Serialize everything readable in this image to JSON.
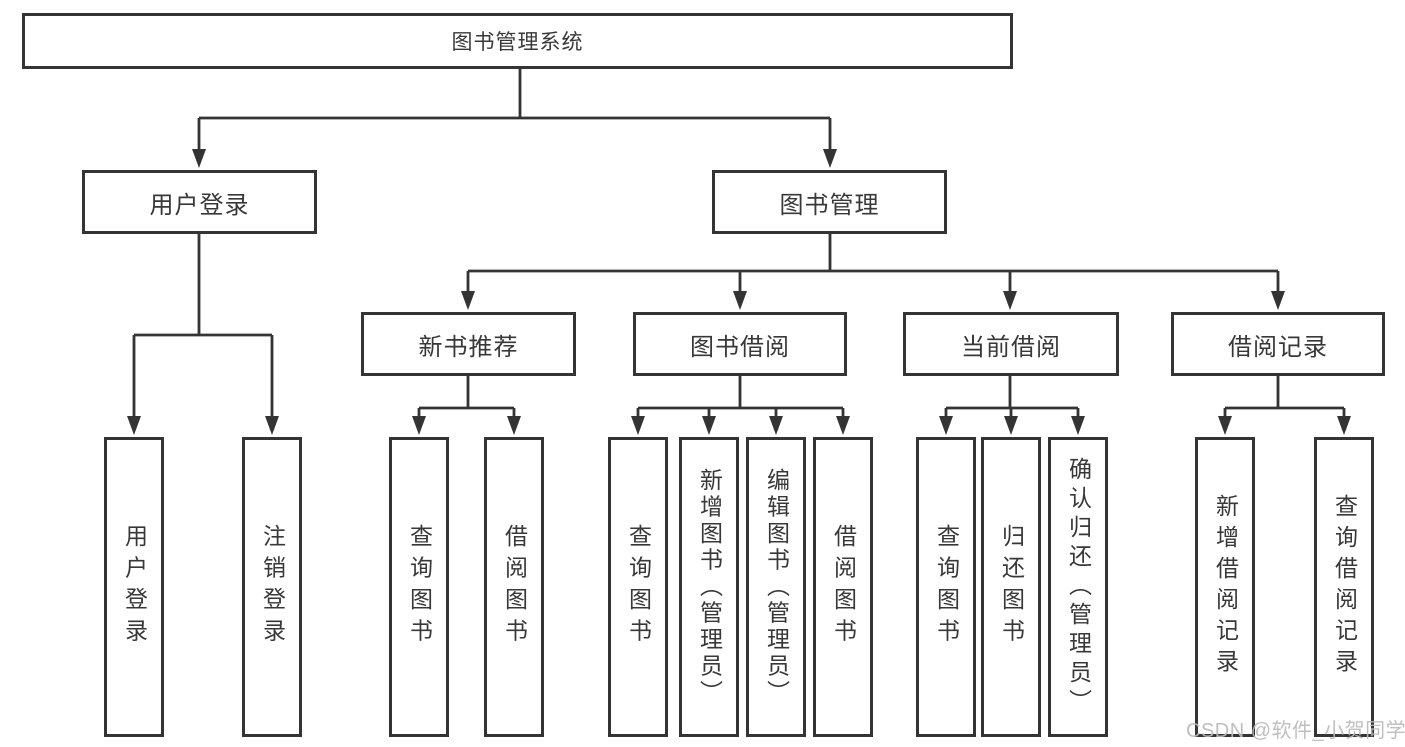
{
  "nodes": {
    "root": "图书管理系统",
    "user_login": "用户登录",
    "book_management": "图书管理",
    "new_book_recommendation": "新书推荐",
    "book_borrowing": "图书借阅",
    "current_borrowing": "当前借阅",
    "borrowing_records": "借阅记录"
  },
  "leaves": {
    "user_login": [
      "用户登录",
      "注销登录"
    ],
    "new_book_recommendation": [
      "查询图书",
      "借阅图书"
    ],
    "book_borrowing": [
      "查询图书",
      "新增图书（管理员）",
      "编辑图书（管理员）",
      "借阅图书"
    ],
    "current_borrowing": [
      "查询图书",
      "归还图书",
      "确认归还（管理员）"
    ],
    "borrowing_records": [
      "新增借阅记录",
      "查询借阅记录"
    ]
  },
  "watermark": "CSDN @软件_小贺同学",
  "colors": {
    "line": "#343434",
    "text": "#383838",
    "watermark": "#bababa",
    "background": "#ffffff"
  }
}
